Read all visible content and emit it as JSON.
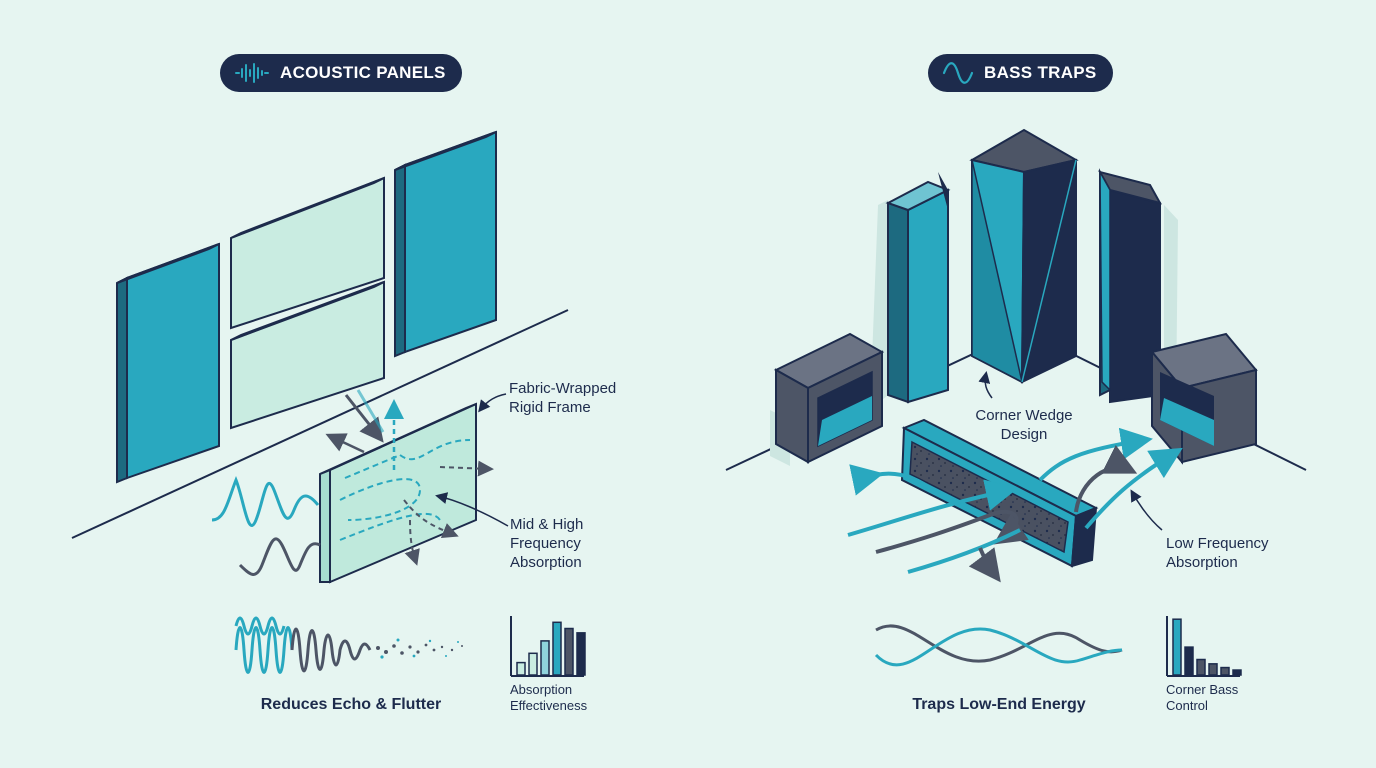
{
  "left": {
    "badge": "ACOUSTIC PANELS",
    "badge_icon": "sound-wave-icon",
    "callout_frame": "Fabric-Wrapped\nRigid Frame",
    "callout_absorption": "Mid & High\nFrequency\nAbsorption",
    "caption_wave": "Reduces Echo & Flutter",
    "caption_chart": "Absorption\nEffectiveness",
    "chart_values": [
      20,
      35,
      55,
      85,
      75,
      68
    ]
  },
  "right": {
    "badge": "BASS TRAPS",
    "badge_icon": "sine-wave-icon",
    "callout_wedge": "Corner Wedge\nDesign",
    "callout_lowfreq": "Low Frequency\nAbsorption",
    "caption_wave": "Traps Low-End Energy",
    "caption_chart": "Corner Bass\nControl",
    "chart_values": [
      90,
      45,
      25,
      18,
      12,
      8
    ]
  },
  "colors": {
    "background": "#e6f5f1",
    "navy": "#1d2b4c",
    "teal": "#29a8bf",
    "slate": "#4d5566",
    "mint": "#c9ece1"
  }
}
